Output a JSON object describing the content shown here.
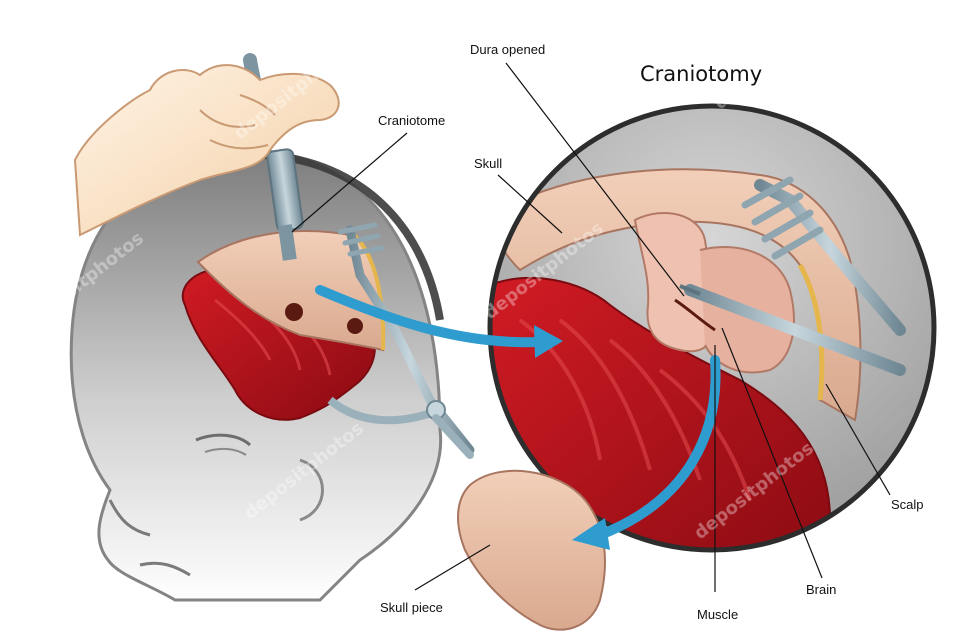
{
  "title": "Craniotomy",
  "labels": {
    "dura_opened": "Dura opened",
    "craniotome": "Craniotome",
    "skull": "Skull",
    "scalp": "Scalp",
    "brain": "Brain",
    "muscle": "Muscle",
    "skull_piece": "Skull piece"
  },
  "watermark": "depositphotos",
  "colors": {
    "muscle_red": "#b3121c",
    "bone": "#e8bfa6",
    "arrow_blue": "#2f9ccf",
    "head_gray": "#9a9a9a",
    "instrument_steel": "#8fa6b1"
  }
}
